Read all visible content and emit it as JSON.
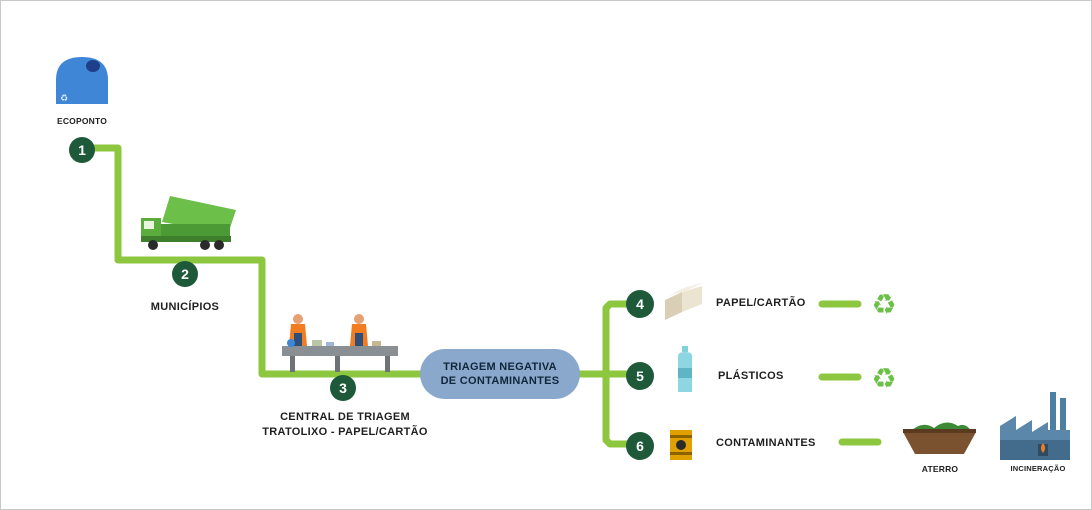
{
  "diagram": {
    "colors": {
      "line": "#8dc63f",
      "node": "#1e5a3a",
      "pill": "#8aa8cc",
      "bin": "#3f86d6",
      "truck": "#6cc04a"
    },
    "steps": [
      {
        "num": "1",
        "label": "ECOPONTO",
        "icon": "recycling-bin-icon"
      },
      {
        "num": "2",
        "label": "MUNICÍPIOS",
        "icon": "garbage-truck-icon"
      },
      {
        "num": "3",
        "label_line1": "CENTRAL DE TRIAGEM",
        "label_line2": "TRATOLIXO - PAPEL/CARTÃO",
        "icon": "sorting-workers-icon"
      },
      {
        "num": "4",
        "label": "PAPEL/CARTÃO",
        "icon": "paper-box-icon",
        "result_icon": "recycle-icon"
      },
      {
        "num": "5",
        "label": "PLÁSTICOS",
        "icon": "plastic-bottle-icon",
        "result_icon": "recycle-icon"
      },
      {
        "num": "6",
        "label": "CONTAMINANTES",
        "icon": "hazard-barrel-icon"
      }
    ],
    "sorting": {
      "line1": "TRIAGEM NEGATIVA",
      "line2": "DE CONTAMINANTES"
    },
    "destinations": {
      "landfill": "ATERRO",
      "incineration": "INCINERAÇÃO"
    }
  }
}
